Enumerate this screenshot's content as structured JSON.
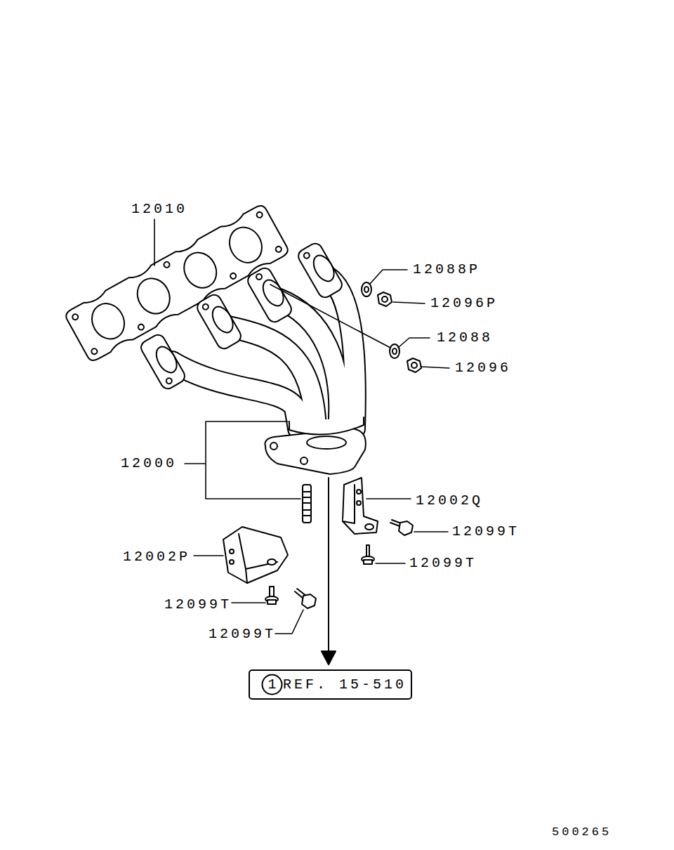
{
  "diagram": {
    "nodes": [
      {
        "text": [
          "REF. 15-510"
        ]
      },
      {
        "text": [
          "1"
        ],
        "in": 0
      }
    ],
    "labels": [
      "12010",
      "12088P",
      "12096P",
      "12088",
      "12096",
      "12000",
      "12002Q",
      "12099T",
      "12099T",
      "12002P",
      "12099T",
      "12099T",
      "500265"
    ]
  }
}
